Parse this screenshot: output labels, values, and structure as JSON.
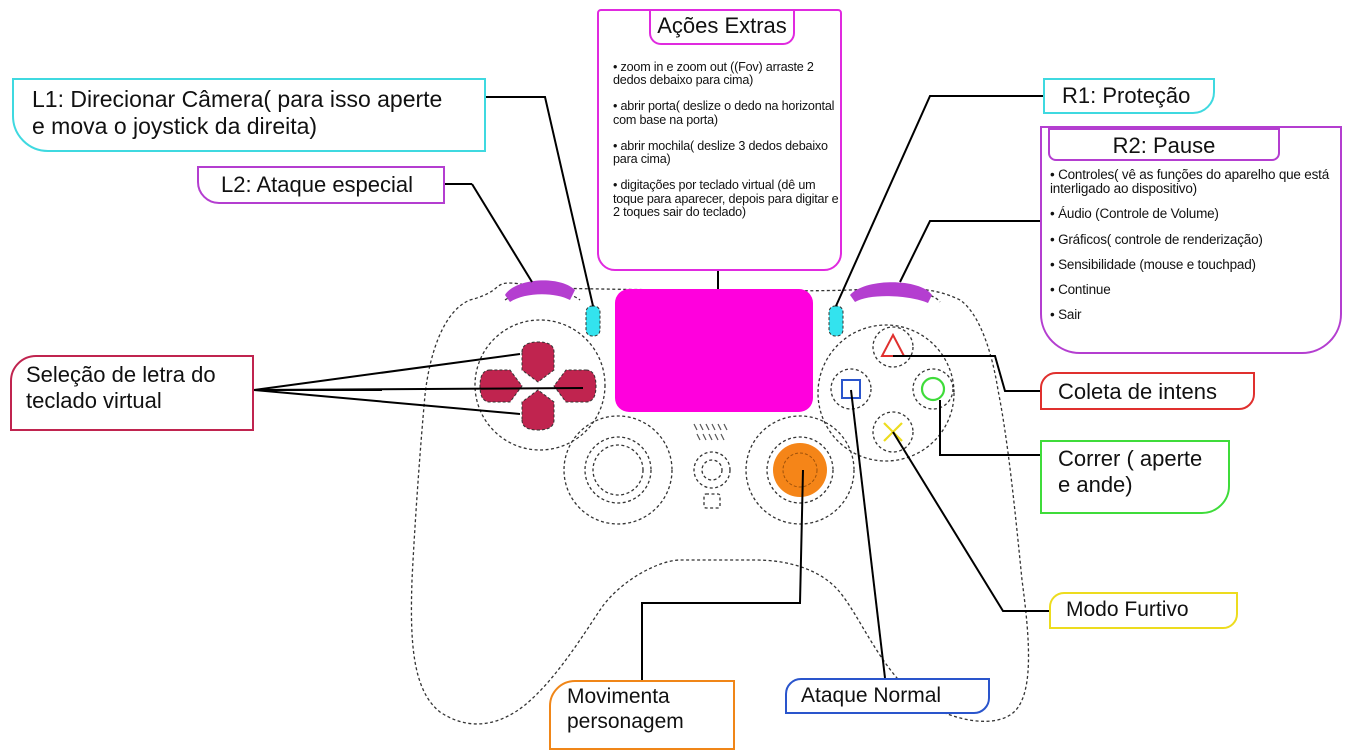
{
  "callouts": {
    "l1": {
      "line1": "L1: Direcionar Câmera( para isso aperte",
      "line2": "e mova o joystick da direita)"
    },
    "l2": "L2: Ataque especial",
    "r1": "R1: Proteção",
    "selecao": {
      "line1": "Seleção de letra do",
      "line2": "teclado virtual"
    },
    "coleta": "Coleta de intens",
    "correr": {
      "line1": "Correr ( aperte",
      "line2": "e ande)"
    },
    "modo_furtivo": "Modo Furtivo",
    "movimenta": {
      "line1": "Movimenta",
      "line2": "personagem"
    },
    "ataque_normal": "Ataque Normal"
  },
  "acoes_extras": {
    "title": "Ações Extras",
    "items": [
      "• zoom in e zoom out ((Fov) arraste 2 dedos debaixo para cima)",
      "• abrir porta( deslize o dedo na horizontal com base na porta)",
      "• abrir mochila( deslize 3 dedos debaixo para cima)",
      "• digitações por teclado virtual (dê um toque para aparecer, depois para digitar e 2 toques sair do teclado)"
    ]
  },
  "r2_pause": {
    "title": "R2: Pause",
    "items": [
      "• Controles( vê as funções do aparelho que está interligado ao dispositivo)",
      "• Áudio (Controle de Volume)",
      "• Gráficos( controle de renderização)",
      "• Sensibilidade (mouse e touchpad)",
      "• Continue",
      "• Sair"
    ]
  },
  "colors": {
    "touchpad": "#ff00dd",
    "dpad": "#c0244f",
    "right_stick": "#f58518",
    "l1_r1": "#33e3ee",
    "l2_r2": "#b43ed0",
    "triangle": "#e0302e",
    "circle": "#3fdc3a",
    "cross": "#eddc1e",
    "square": "#2a55cc"
  }
}
